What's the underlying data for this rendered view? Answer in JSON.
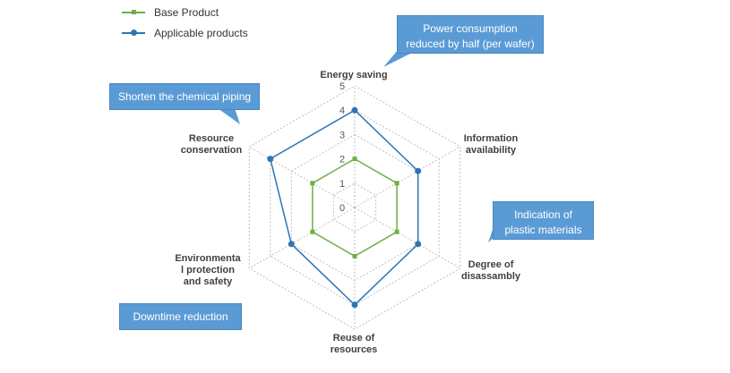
{
  "colors": {
    "base": "#70ad47",
    "applicable": "#2e75b6",
    "grid": "#bfbfbf",
    "callout_bg": "#5b9bd5"
  },
  "legend": {
    "items": [
      {
        "label": "Base Product",
        "marker": "square"
      },
      {
        "label": "Applicable products",
        "marker": "circle"
      }
    ],
    "placement": "top-left"
  },
  "callouts": [
    {
      "id": "energy",
      "text": "Power consumption reduced by half (per wafer)"
    },
    {
      "id": "chemical",
      "text": "Shorten the chemical piping"
    },
    {
      "id": "plastic",
      "text": "Indication of plastic materials"
    },
    {
      "id": "downtime",
      "text": "Downtime reduction"
    }
  ],
  "chart_data": {
    "type": "radar",
    "categories": [
      "Energy saving",
      "Information availability",
      "Degree of disassambly",
      "Reuse of resources",
      "Environmenta l protection and safety",
      "Resource conservation"
    ],
    "category_display": [
      "Energy saving",
      "Information\navailability",
      "Degree of\ndisassambly",
      "Reuse of\nresources",
      "Environmenta\nl protection\nand safety",
      "Resource\nconservation"
    ],
    "ticks": [
      "0",
      "1",
      "2",
      "3",
      "4",
      "5"
    ],
    "range": [
      0,
      5
    ],
    "series": [
      {
        "name": "Base Product",
        "values": [
          2,
          2,
          2,
          2,
          2,
          2
        ]
      },
      {
        "name": "Applicable products",
        "values": [
          4,
          3,
          3,
          4,
          3,
          4
        ]
      }
    ],
    "grid": true,
    "legend": "top-left"
  }
}
